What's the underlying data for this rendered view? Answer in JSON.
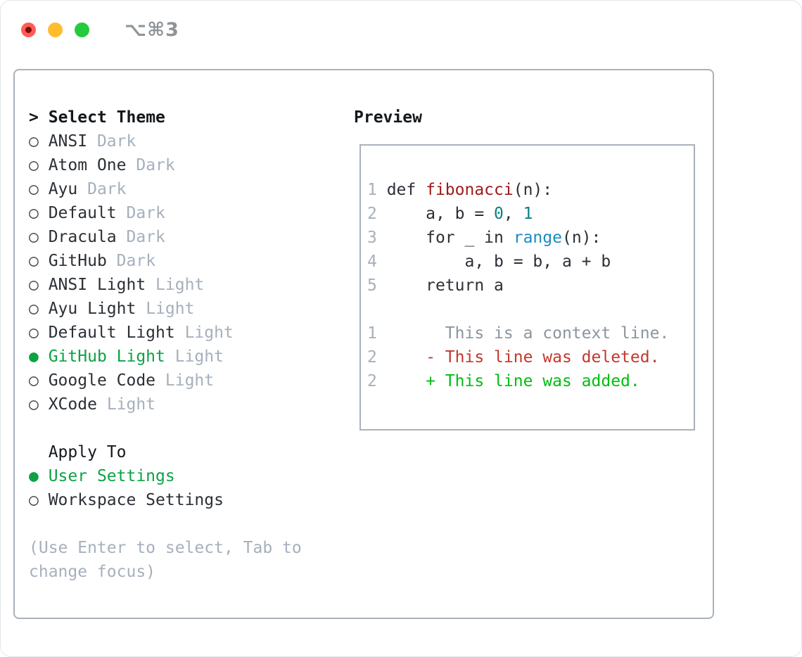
{
  "window": {
    "title": "⌥⌘3"
  },
  "colors": {
    "ink": "#2b3036",
    "muted": "#a6b0bc",
    "ctx": "#8d949d",
    "green": "#0da244",
    "add": "#00bd11",
    "del": "#c5362c",
    "fn": "#9e1a1a",
    "num": "#0b7f81",
    "builtin": "#1b8bc4",
    "border": "#a9b1bb",
    "title_gray": "#8f9499",
    "tl_red": "#ff5d55",
    "tl_red_dot": "#7e0c08",
    "tl_yellow": "#ffbd2e",
    "tl_green": "#27c93f"
  },
  "theme_panel": {
    "prompt": ">",
    "header": "Select Theme",
    "radio_empty": "○",
    "radio_filled": "●",
    "items": [
      {
        "name": "ANSI",
        "variant": "Dark",
        "selected": false
      },
      {
        "name": "Atom One",
        "variant": "Dark",
        "selected": false
      },
      {
        "name": "Ayu",
        "variant": "Dark",
        "selected": false
      },
      {
        "name": "Default",
        "variant": "Dark",
        "selected": false
      },
      {
        "name": "Dracula",
        "variant": "Dark",
        "selected": false
      },
      {
        "name": "GitHub",
        "variant": "Dark",
        "selected": false
      },
      {
        "name": "ANSI Light",
        "variant": "Light",
        "selected": false
      },
      {
        "name": "Ayu Light",
        "variant": "Light",
        "selected": false
      },
      {
        "name": "Default Light",
        "variant": "Light",
        "selected": false
      },
      {
        "name": "GitHub Light",
        "variant": "Light",
        "selected": true
      },
      {
        "name": "Google Code",
        "variant": "Light",
        "selected": false
      },
      {
        "name": "XCode",
        "variant": "Light",
        "selected": false
      }
    ]
  },
  "apply_to": {
    "header": "Apply To",
    "options": [
      {
        "label": "User Settings",
        "selected": true
      },
      {
        "label": "Workspace Settings",
        "selected": false
      }
    ]
  },
  "hint": "(Use Enter to select, Tab to change focus)",
  "preview": {
    "header": "Preview",
    "lines": [
      {
        "segments": [
          [
            "1 ",
            "ln"
          ],
          [
            "def ",
            "ink"
          ],
          [
            "fibonacci",
            "fn"
          ],
          [
            "(n):",
            "ink"
          ]
        ]
      },
      {
        "segments": [
          [
            "2",
            "ln"
          ],
          [
            "     a, b = ",
            "ink"
          ],
          [
            "0",
            "num"
          ],
          [
            ", ",
            "ink"
          ],
          [
            "1",
            "num"
          ]
        ]
      },
      {
        "segments": [
          [
            "3",
            "ln"
          ],
          [
            "     for _ in ",
            "ink"
          ],
          [
            "range",
            "bi"
          ],
          [
            "(n):",
            "ink"
          ]
        ]
      },
      {
        "segments": [
          [
            "4",
            "ln"
          ],
          [
            "         a, b = b, a + b",
            "ink"
          ]
        ]
      },
      {
        "segments": [
          [
            "5",
            "ln"
          ],
          [
            "     return a",
            "ink"
          ]
        ]
      },
      {
        "segments": []
      },
      {
        "segments": [
          [
            "1",
            "ln"
          ],
          [
            "       This is a context line.",
            "ctx"
          ]
        ]
      },
      {
        "segments": [
          [
            "2",
            "ln"
          ],
          [
            "     ",
            "ink"
          ],
          [
            "- This line was deleted.",
            "del"
          ]
        ]
      },
      {
        "segments": [
          [
            "2",
            "ln"
          ],
          [
            "     ",
            "ink"
          ],
          [
            "+ This line was added.",
            "add"
          ]
        ]
      }
    ]
  }
}
